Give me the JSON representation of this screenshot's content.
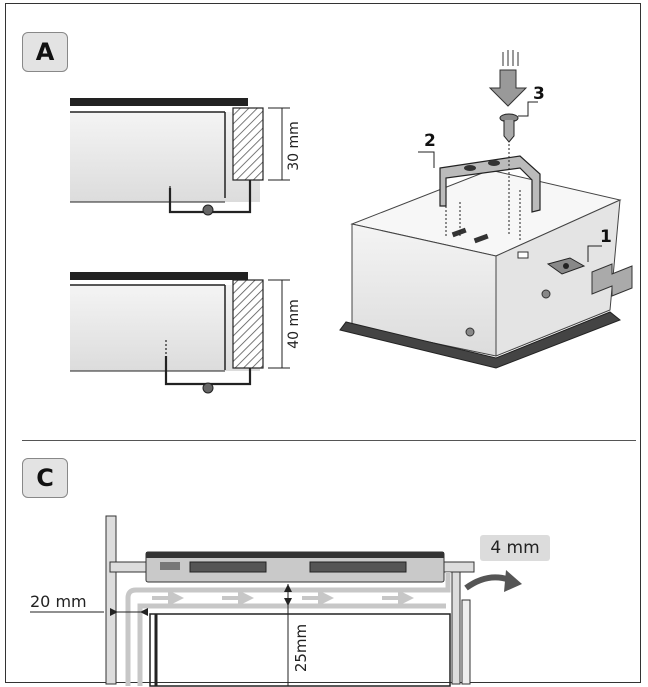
{
  "panel_a": {
    "badge": "A",
    "dim_top": "30 mm",
    "dim_bottom": "40 mm",
    "callouts": [
      "1",
      "2",
      "3"
    ]
  },
  "panel_c": {
    "badge": "C",
    "gap_top": "4 mm",
    "gap_side": "20 mm",
    "gap_below": "25mm"
  },
  "colors": {
    "line": "#222222",
    "hatch": "#555555",
    "arrow": "#b8b8b8",
    "dark_arrow": "#555555",
    "badge_bg": "#e3e3e3"
  }
}
